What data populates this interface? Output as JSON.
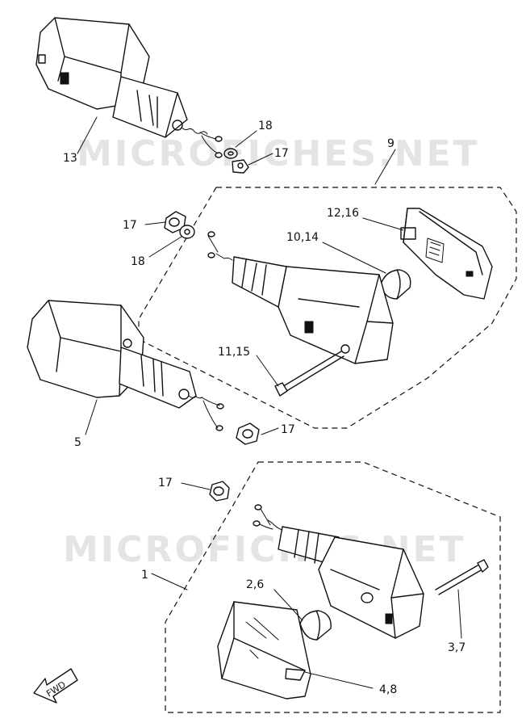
{
  "watermark": "MICROFICHES.NET",
  "callouts": {
    "p13": "13",
    "p18_top": "18",
    "p17_top": "17",
    "p9": "9",
    "p12_16": "12,16",
    "p10_14": "10,14",
    "p17_mid": "17",
    "p18_mid": "18",
    "p11_15": "11,15",
    "p5": "5",
    "p17_low": "17",
    "p17_bot": "17",
    "p1": "1",
    "p2_6": "2,6",
    "p3_7": "3,7",
    "p4_8": "4,8"
  },
  "fwd_label": "FWD"
}
